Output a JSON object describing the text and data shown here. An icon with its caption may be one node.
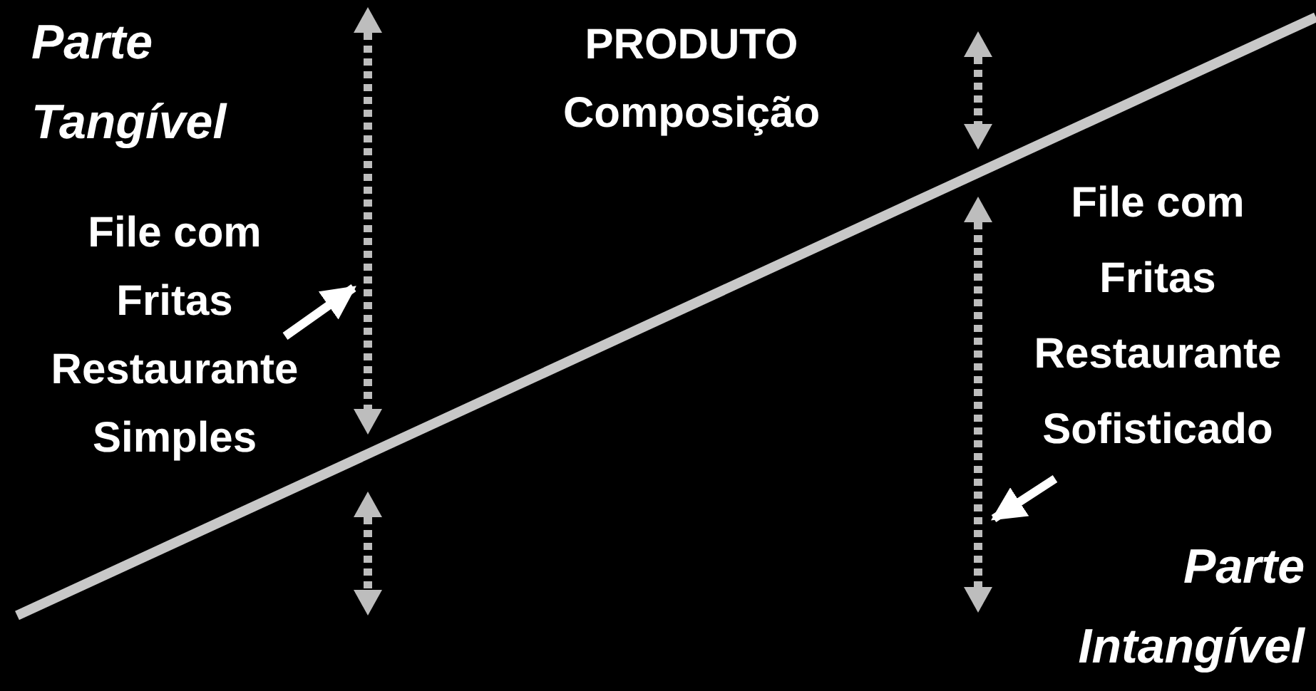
{
  "diagram": {
    "nodes": [
      {
        "text": [
          "File com Fritas Restaurante Simples"
        ]
      },
      {
        "text": [],
        "shape": "bar"
      },
      {
        "text": [
          "File com Fritas Restaurante Sofisticado"
        ]
      },
      {
        "text": [],
        "shape": "bar"
      }
    ],
    "edges": [
      {
        "from": 0,
        "to": 1,
        "arrow": "to"
      },
      {
        "from": 2,
        "to": 3,
        "arrow": "to"
      }
    ],
    "labels": [
      "Parte Tangível",
      "PRODUTO",
      "Composição",
      "Parte Intangível"
    ]
  }
}
